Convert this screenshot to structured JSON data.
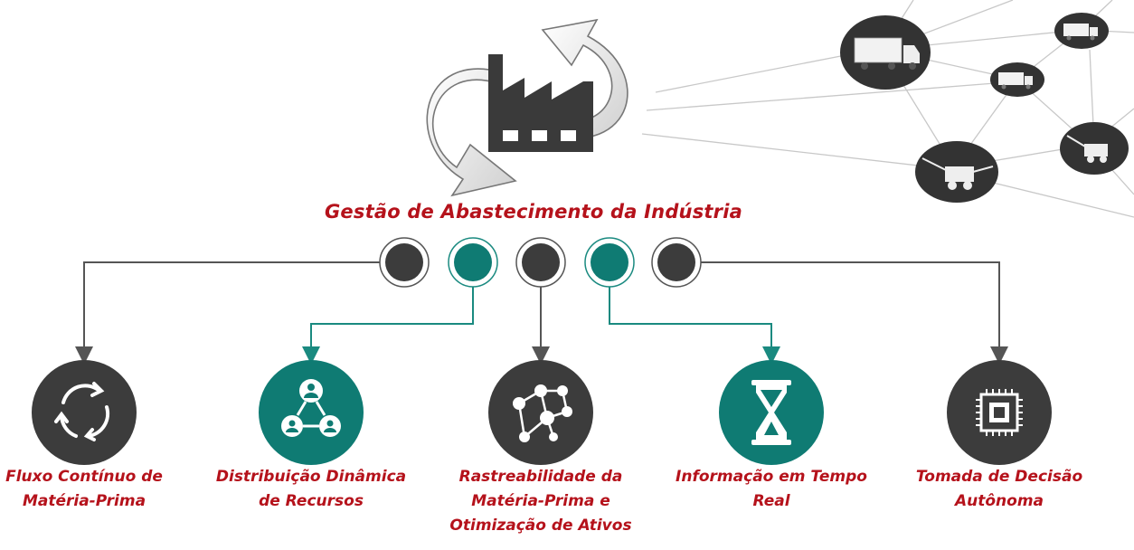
{
  "title": "Gestão de Abastecimento da Indústria",
  "colors": {
    "dark": "#3c3c3c",
    "teal": "#0f7b73",
    "accent_text": "#b5121b",
    "network_line": "#c8c8c8",
    "arrow_dark": "#555555",
    "arrow_teal": "#1a8a80"
  },
  "icons": {
    "header": "factory-with-cycle-arrows-icon",
    "network": "logistics-network-trucks-harvesters-icon"
  },
  "items": [
    {
      "label": "Fluxo Contínuo de\nMatéria-Prima",
      "icon": "cycle-arrows-icon",
      "color": "dark"
    },
    {
      "label": "Distribuição Dinâmica\nde Recursos",
      "icon": "people-network-icon",
      "color": "teal"
    },
    {
      "label": "Rastreabilidade da\nMatéria-Prima e\nOtimização de Ativos",
      "icon": "node-network-icon",
      "color": "dark"
    },
    {
      "label": "Informação em Tempo\nReal",
      "icon": "hourglass-icon",
      "color": "teal"
    },
    {
      "label": "Tomada de Decisão\nAutônoma",
      "icon": "chip-icon",
      "color": "dark"
    }
  ]
}
